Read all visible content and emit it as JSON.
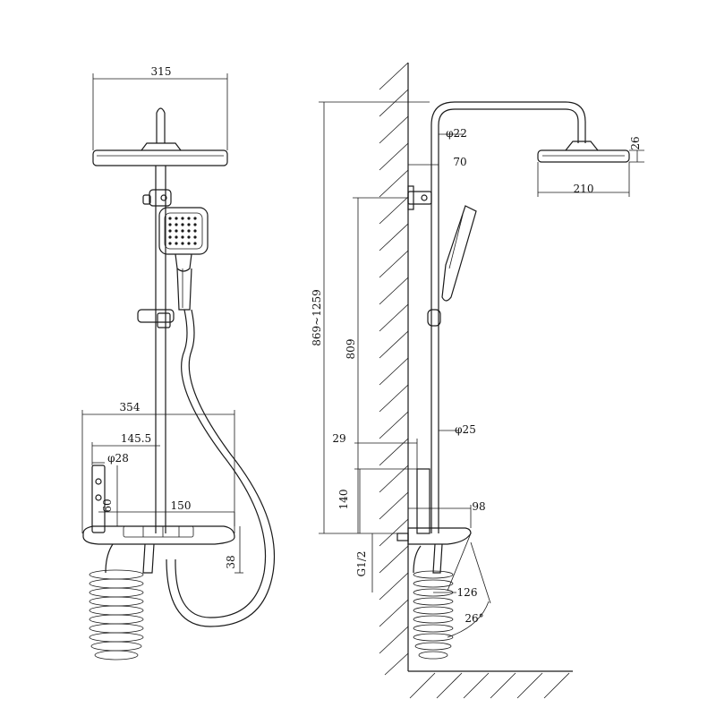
{
  "dims": {
    "d315": "315",
    "d354": "354",
    "d145": "145.5",
    "dphi28": "φ28",
    "d60": "60",
    "d150": "150",
    "d38": "38",
    "dphi22": "φ22",
    "d26": "26",
    "d70": "70",
    "d210": "210",
    "d869": "869~1259",
    "d809": "809",
    "d29": "29",
    "dphi25": "φ25",
    "d140": "140",
    "d98": "98",
    "dg12": "G1/2",
    "d126": "126",
    "d26deg": "26°"
  }
}
